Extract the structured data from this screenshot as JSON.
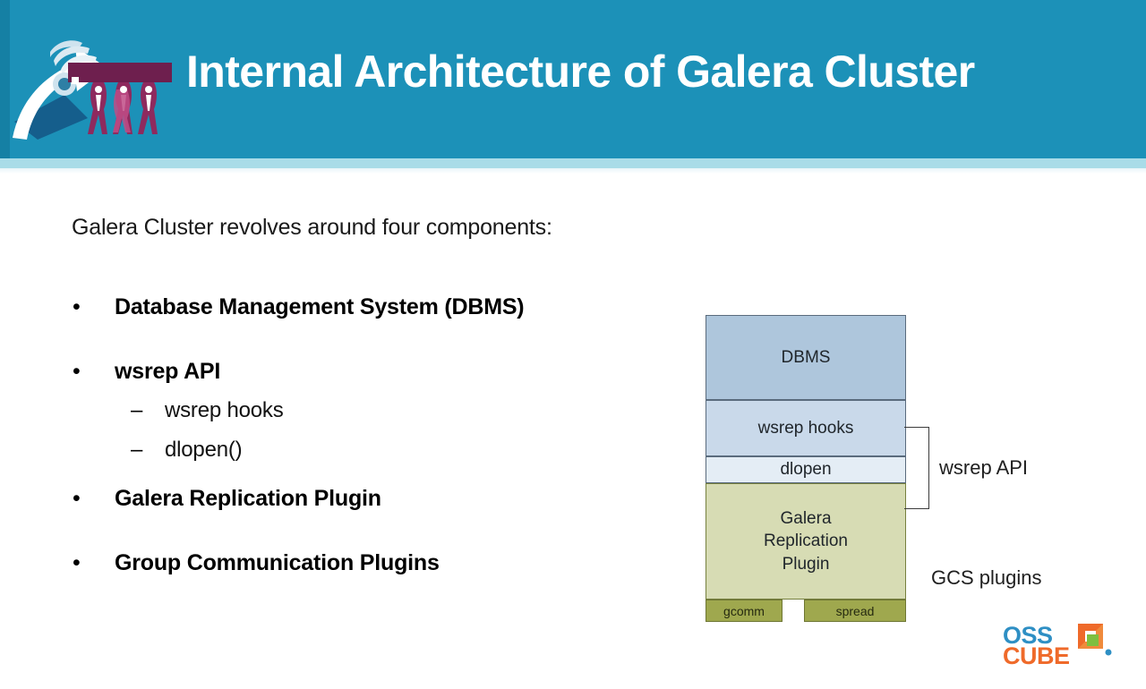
{
  "header": {
    "title": "Internal Architecture of Galera Cluster",
    "background_color": "#1C91B8",
    "stripe_color": "#A9DCE8",
    "logo_name": "galera-team-logo"
  },
  "content": {
    "intro": "Galera Cluster revolves around four components:",
    "bullet_marker": "•",
    "sub_marker": "–",
    "bullets": [
      {
        "label": "Database Management System (DBMS)",
        "sub_items": []
      },
      {
        "label": "wsrep API",
        "sub_items": [
          "wsrep hooks",
          "dlopen()"
        ]
      },
      {
        "label": "Galera Replication Plugin",
        "sub_items": []
      },
      {
        "label": "Group Communication Plugins",
        "sub_items": []
      }
    ]
  },
  "diagram": {
    "layers": [
      {
        "label": "DBMS",
        "color": "#AEC6DC"
      },
      {
        "label": "wsrep hooks",
        "color": "#C9D9EA"
      },
      {
        "label": "dlopen",
        "color": "#E4EDF5"
      }
    ],
    "galera_plugin": {
      "line1": "Galera",
      "line2": "Replication",
      "line3": "Plugin",
      "color": "#D7DCB4"
    },
    "gcs_boxes": [
      {
        "label": "gcomm",
        "color": "#9FA84E"
      },
      {
        "label": "spread",
        "color": "#9FA84E"
      }
    ],
    "annotations": {
      "wsrep_api": "wsrep API",
      "gcs_plugins": "GCS plugins"
    }
  },
  "footer": {
    "logo": {
      "line1": "OSS",
      "line2": "CUBE",
      "line1_color": "#2E8FC4",
      "line2_color": "#EF6A2A"
    }
  }
}
